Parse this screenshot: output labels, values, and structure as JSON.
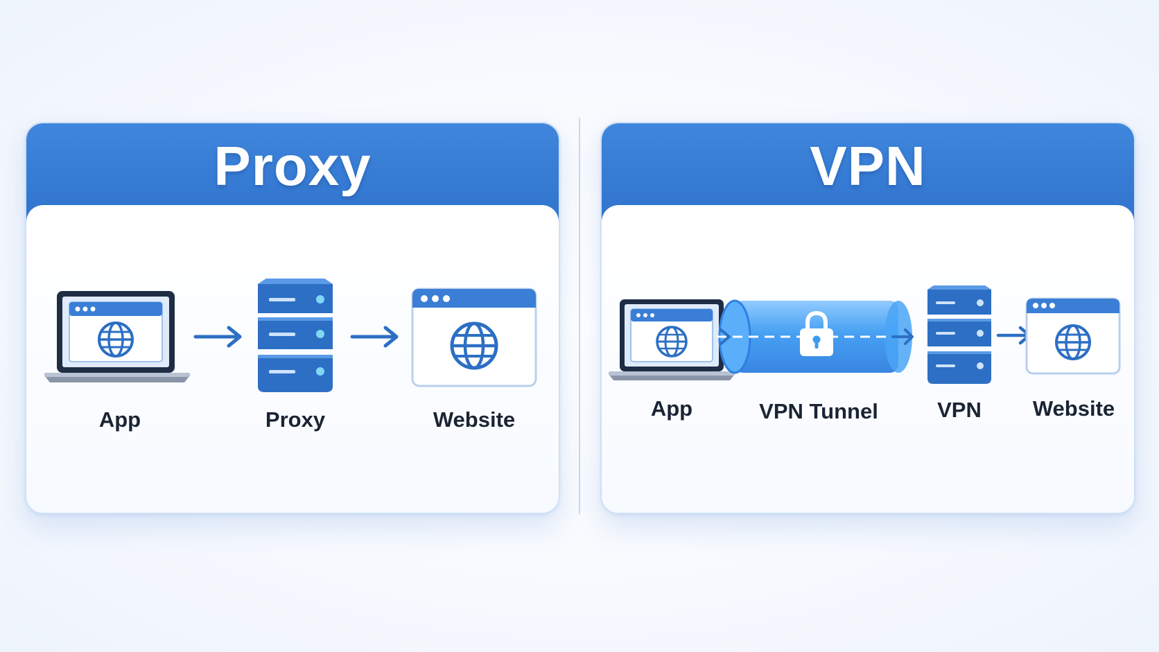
{
  "proxy_panel": {
    "title": "Proxy",
    "nodes": {
      "app": "App",
      "proxy": "Proxy",
      "website": "Website"
    }
  },
  "vpn_panel": {
    "title": "VPN",
    "nodes": {
      "app": "App",
      "tunnel": "VPN Tunnel",
      "vpn": "VPN",
      "website": "Website"
    }
  },
  "colors": {
    "header_blue": "#3a7ed6",
    "icon_blue": "#2c6fc4",
    "tunnel_blue": "#3d9bf2",
    "text_dark": "#1a2433"
  },
  "icons": [
    "laptop-icon",
    "server-icon",
    "browser-window-icon",
    "globe-icon",
    "lock-icon",
    "arrow-right-icon"
  ]
}
